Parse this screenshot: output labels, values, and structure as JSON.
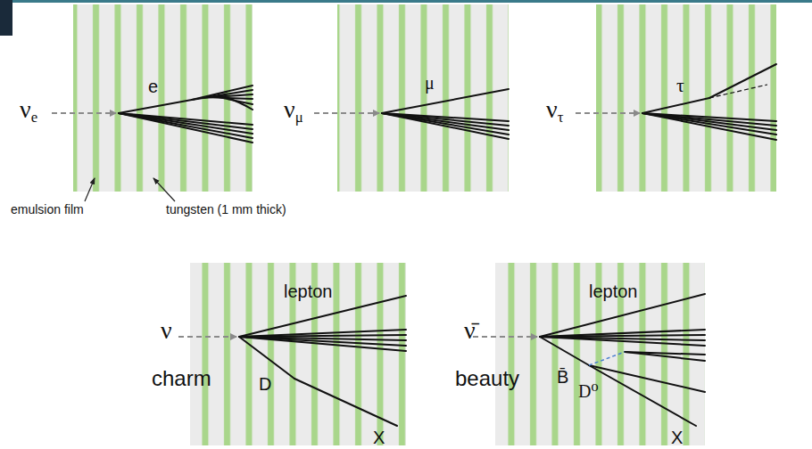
{
  "diagram": {
    "labels": [
      "νe",
      "e",
      "νμ",
      "μ",
      "ντ",
      "τ",
      "emulsion film",
      "tungsten (1 mm thick)",
      "ν",
      "lepton",
      "charm",
      "D",
      "X",
      "ν̄",
      "lepton",
      "beauty",
      "B̄",
      "D⁰",
      "X"
    ]
  }
}
